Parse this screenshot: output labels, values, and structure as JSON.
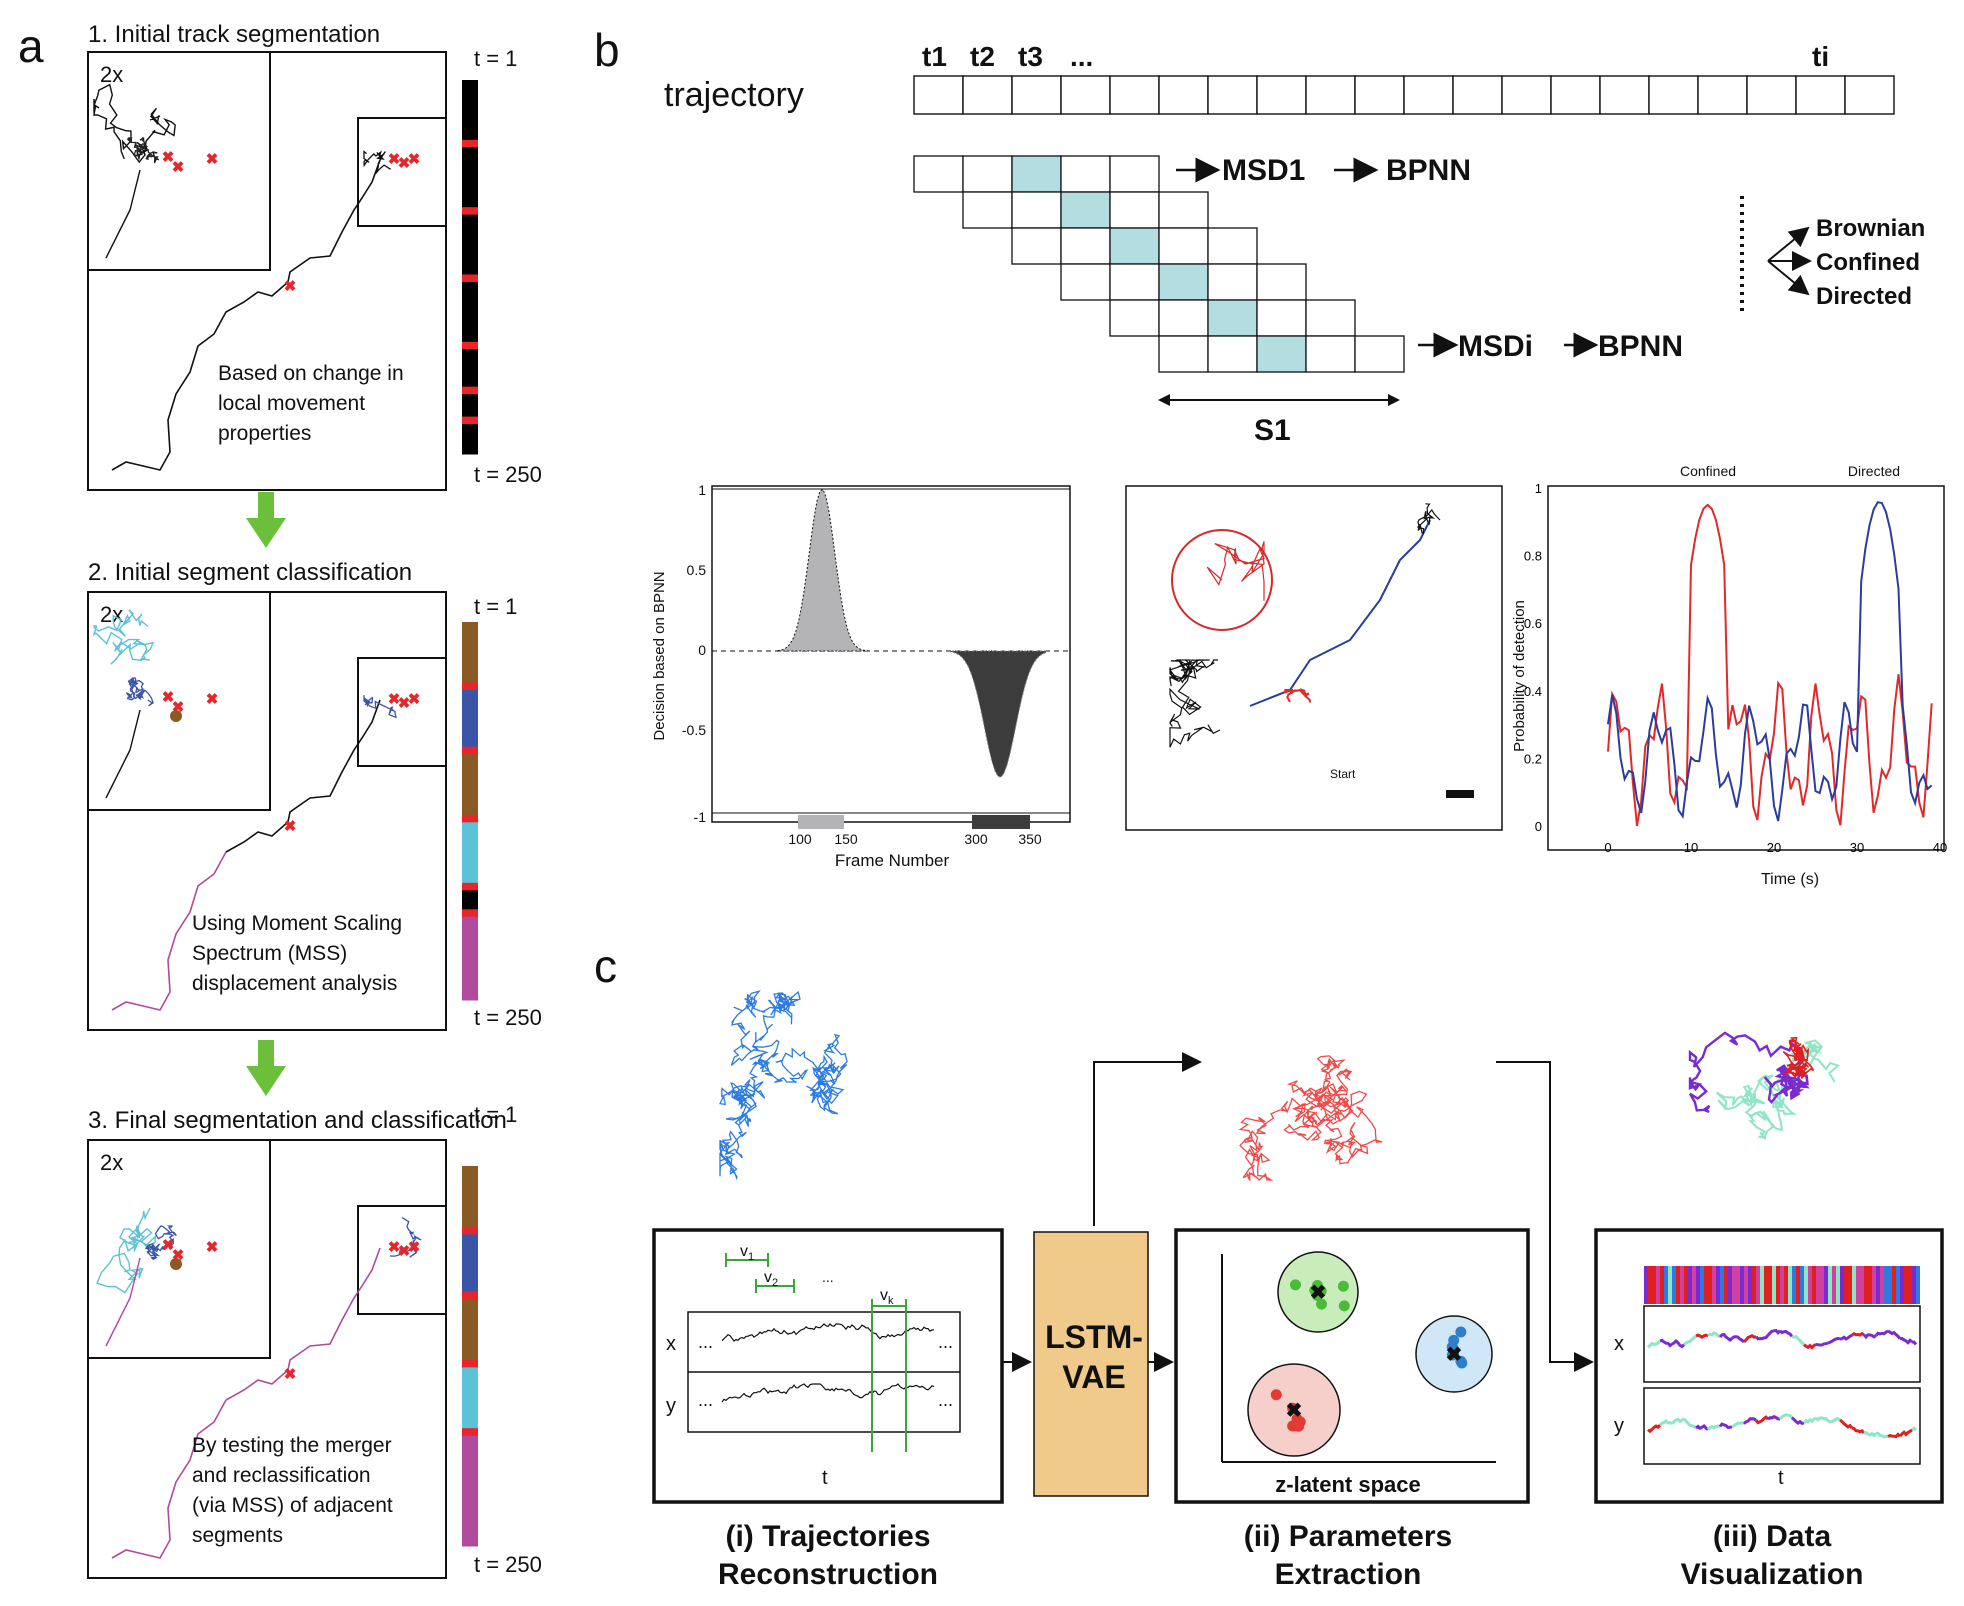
{
  "panel_a": {
    "letter": "a",
    "steps": [
      {
        "title": "1. Initial track segmentation",
        "zoom": "2x",
        "t_start": "t = 1",
        "t_end": "t = 250",
        "caption": [
          "Based on change in",
          "local movement",
          "properties"
        ]
      },
      {
        "title": "2. Initial segment classification",
        "zoom": "2x",
        "t_start": "t = 1",
        "t_end": "t = 250",
        "caption": [
          "Using Moment Scaling",
          "Spectrum (MSS)",
          "displacement analysis"
        ]
      },
      {
        "title": "3. Final segmentation and classification",
        "zoom": "2x",
        "t_start": "t = 1",
        "t_end": "t = 250",
        "caption": [
          "By testing the merger",
          "and reclassification",
          "(via MSS) of adjacent",
          "segments"
        ]
      }
    ],
    "colors": {
      "track": "#111111",
      "breakpoint": "#e8262a",
      "arrow": "#6bbf3a",
      "brown": "#8a5a24",
      "blue": "#3a55a6",
      "cyan": "#5cc2d6",
      "magenta": "#b04a9c"
    }
  },
  "panel_b": {
    "letter": "b",
    "trajectory_label": "trajectory",
    "time_labels": [
      "t1",
      "t2",
      "t3",
      "...",
      "ti"
    ],
    "msd_rows": [
      {
        "label": "MSD1",
        "net": "BPNN"
      },
      {
        "label": "MSDi",
        "net": "BPNN"
      }
    ],
    "window_label": "S1",
    "outcomes": [
      "Brownian",
      "Confined",
      "Directed"
    ],
    "highlight_color": "#b3dde0",
    "plot1": {
      "ylabel": "Decision based on BPNN",
      "xlabel": "Frame Number",
      "yticks": [
        "1",
        "0.5",
        "0",
        "-0.5",
        "-1"
      ],
      "xticks": [
        "100",
        "150",
        "300",
        "350"
      ]
    },
    "plot2": {
      "start_label": "Start"
    },
    "plot3": {
      "ylabel": "Probability of detection",
      "xlabel": "Time (s)",
      "yticks": [
        "1",
        "0.8",
        "0.6",
        "0.4",
        "0.2",
        "0"
      ],
      "xticks": [
        "0",
        "10",
        "20",
        "30",
        "40"
      ],
      "legend": [
        "Confined",
        "Directed"
      ],
      "colors": {
        "confined": "#e02a2a",
        "directed": "#2b3c9e"
      }
    }
  },
  "panel_c": {
    "letter": "c",
    "box_i": {
      "ylabels": [
        "x",
        "y"
      ],
      "xlabel": "t",
      "v_labels": [
        "v",
        "v",
        "...",
        "v"
      ],
      "v_subs": [
        "1",
        "2",
        "",
        "k"
      ],
      "dots": "...",
      "caption": [
        "(i) Trajectories",
        "Reconstruction"
      ]
    },
    "model": [
      "LSTM-",
      "VAE"
    ],
    "box_ii": {
      "axis_label": "z-latent space",
      "caption": [
        "(ii) Parameters",
        "Extraction"
      ]
    },
    "box_iii": {
      "ylabels": [
        "x",
        "y"
      ],
      "xlabel": "t",
      "caption": [
        "(iii) Data",
        "Visualization"
      ]
    },
    "colors": {
      "blue": "#2d7be0",
      "red": "#ef4a4a",
      "green": "#8ee6c4",
      "purple": "#7a2bd0",
      "model_fill": "#efca8b"
    }
  }
}
